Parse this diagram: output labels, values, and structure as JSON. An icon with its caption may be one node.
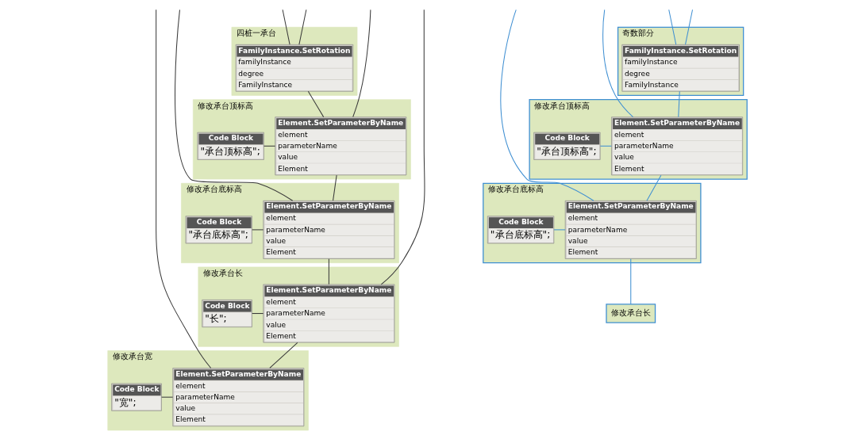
{
  "diagram": {
    "nodes": [
      {
        "text": [
          "四桩一承台"
        ]
      },
      {
        "text": [
          "FamilyInstance.SetRotation",
          "familyInstance",
          "degree",
          "FamilyInstance"
        ],
        "in": 0
      },
      {
        "text": [
          "修改承台顶标高"
        ]
      },
      {
        "text": [
          "Code Block",
          "\"承台顶标高\";"
        ],
        "in": 2
      },
      {
        "text": [
          "Element.SetParameterByName",
          "element",
          "parameterName",
          "value",
          "Element"
        ],
        "in": 2
      },
      {
        "text": [
          "修改承台底标高"
        ]
      },
      {
        "text": [
          "Code Block",
          "\"承台底标高\";"
        ],
        "in": 5
      },
      {
        "text": [
          "Element.SetParameterByName",
          "element",
          "parameterName",
          "value",
          "Element"
        ],
        "in": 5
      },
      {
        "text": [
          "奇数部分"
        ]
      },
      {
        "text": [
          "FamilyInstance.SetRotation",
          "familyInstance",
          "degree",
          "FamilyInstance"
        ],
        "in": 8
      },
      {
        "text": [
          "修改承台顶标高"
        ]
      },
      {
        "text": [
          "Code Block",
          "\"承台顶标高\";"
        ],
        "in": 10
      },
      {
        "text": [
          "Element.SetParameterByName",
          "element",
          "parameterName",
          "value",
          "Element"
        ],
        "in": 10
      },
      {
        "text": [
          "修改承台长"
        ]
      },
      {
        "text": [
          "Code Block",
          "\"长\";"
        ],
        "in": 13
      },
      {
        "text": [
          "Element.SetParameterByName",
          "element",
          "parameterName",
          "value",
          "Element"
        ],
        "in": 13
      },
      {
        "text": [
          "修改承台底标高"
        ]
      },
      {
        "text": [
          "Code Block",
          "\"承台底标高\";"
        ],
        "in": 16
      },
      {
        "text": [
          "Element.SetParameterByName",
          "element",
          "parameterName",
          "value",
          "Element"
        ],
        "in": 16
      },
      {
        "text": [
          "修改承台宽"
        ]
      },
      {
        "text": [
          "Code Block",
          "\"宽\";"
        ],
        "in": 19
      },
      {
        "text": [
          "Element.SetParameterByName",
          "element",
          "parameterName",
          "value",
          "Element"
        ],
        "in": 19
      },
      {
        "text": [
          "修改承台长"
        ]
      }
    ],
    "edges": [
      {
        "from": null,
        "to": 1,
        "arrow": "none"
      },
      {
        "from": null,
        "to": 1,
        "arrow": "none"
      },
      {
        "from": 1,
        "to": 4,
        "arrow": "none"
      },
      {
        "from": 3,
        "to": 4,
        "arrow": "none"
      },
      {
        "from": null,
        "to": 4,
        "arrow": "none"
      },
      {
        "from": 4,
        "to": 7,
        "arrow": "none"
      },
      {
        "from": 6,
        "to": 7,
        "arrow": "none"
      },
      {
        "from": null,
        "to": 7,
        "arrow": "none"
      },
      {
        "from": null,
        "to": 9,
        "arrow": "none",
        "color": "#3f8fd2"
      },
      {
        "from": null,
        "to": 9,
        "arrow": "none",
        "color": "#3f8fd2"
      },
      {
        "from": 9,
        "to": 12,
        "arrow": "none",
        "color": "#3f8fd2"
      },
      {
        "from": 11,
        "to": 12,
        "arrow": "none",
        "color": "#3f8fd2"
      },
      {
        "from": null,
        "to": 12,
        "arrow": "none",
        "color": "#3f8fd2"
      },
      {
        "from": 7,
        "to": 15,
        "arrow": "none"
      },
      {
        "from": 14,
        "to": 15,
        "arrow": "none"
      },
      {
        "from": null,
        "to": 15,
        "arrow": "none"
      },
      {
        "from": 12,
        "to": 18,
        "arrow": "none",
        "color": "#3f8fd2"
      },
      {
        "from": 17,
        "to": 18,
        "arrow": "none",
        "color": "#3f8fd2"
      },
      {
        "from": null,
        "to": 18,
        "arrow": "none",
        "color": "#3f8fd2"
      },
      {
        "from": 15,
        "to": 21,
        "arrow": "none"
      },
      {
        "from": 20,
        "to": 21,
        "arrow": "none"
      },
      {
        "from": null,
        "to": 21,
        "arrow": "none"
      },
      {
        "from": 18,
        "to": 22,
        "arrow": "none",
        "color": "#3f8fd2"
      }
    ]
  }
}
